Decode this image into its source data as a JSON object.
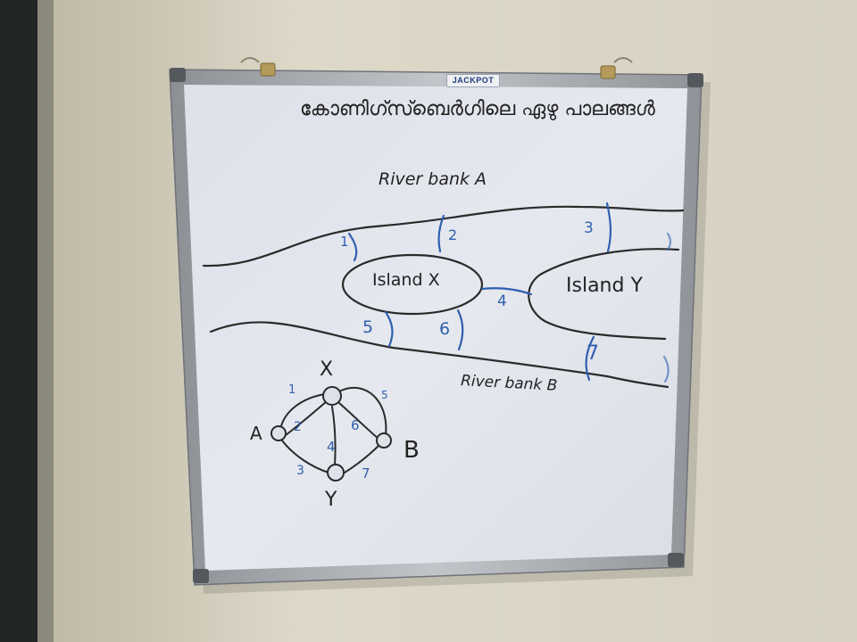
{
  "board": {
    "brand": "JACKPOT",
    "title": "കോണിഗ്സ്ബെർഗിലെ ഏഴു പാലങ്ങൾ"
  },
  "map": {
    "river_bank_a": "River bank A",
    "river_bank_b": "River bank B",
    "island_x": "Island X",
    "island_y": "Island Y",
    "bridges": [
      "1",
      "2",
      "3",
      "4",
      "5",
      "6",
      "7"
    ]
  },
  "graph": {
    "nodes": [
      "X",
      "A",
      "B",
      "Y"
    ],
    "edges": [
      "1",
      "2",
      "3",
      "4",
      "5",
      "6",
      "7"
    ]
  },
  "colors": {
    "marker_black": "#222222",
    "marker_blue": "#2f5fb0",
    "board_surface": "#e4e6ee",
    "frame": "#a8abb0",
    "wall": "#d9d4c4"
  }
}
